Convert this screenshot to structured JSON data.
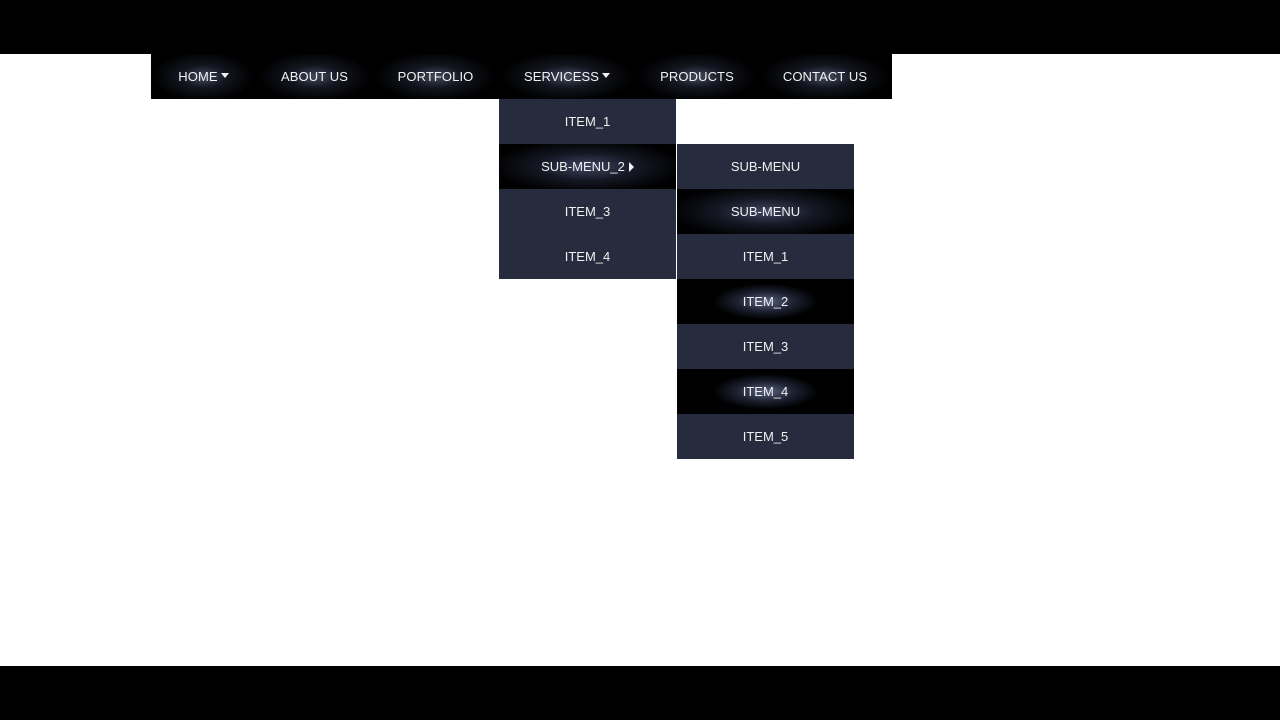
{
  "nav": {
    "items": [
      {
        "label": "HOME",
        "has_caret": true
      },
      {
        "label": "ABOUT US",
        "has_caret": false
      },
      {
        "label": "PORTFOLIO",
        "has_caret": false
      },
      {
        "label": "SERVICESS",
        "has_caret": true
      },
      {
        "label": "PRODUCTS",
        "has_caret": false
      },
      {
        "label": "CONTACT US",
        "has_caret": false
      }
    ]
  },
  "services_dropdown": {
    "items": [
      {
        "label": "ITEM_1"
      },
      {
        "label": "SUB-MENU_2",
        "has_submenu": true,
        "state": "active"
      },
      {
        "label": "ITEM_3"
      },
      {
        "label": "ITEM_4"
      }
    ]
  },
  "submenu": {
    "items": [
      {
        "label": "SUB-MENU"
      },
      {
        "label": "SUB-MENU",
        "state": "active"
      },
      {
        "label": "ITEM_1"
      },
      {
        "label": "ITEM_2",
        "state": "glow"
      },
      {
        "label": "ITEM_3"
      },
      {
        "label": "ITEM_4",
        "state": "glow"
      },
      {
        "label": "ITEM_5"
      }
    ]
  },
  "colors": {
    "page_frame": "#000000",
    "content_bg": "#ffffff",
    "menubar_bg": "#000000",
    "dropdown_bg": "#262c3e",
    "text": "#f2f2f2"
  }
}
